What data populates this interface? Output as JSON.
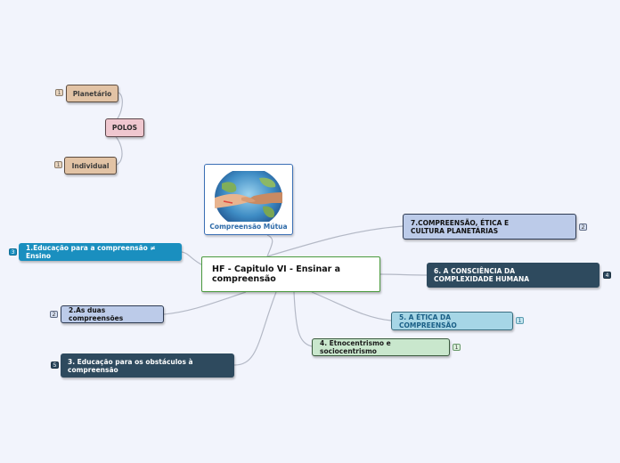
{
  "center": {
    "title": "HF - Capitulo VI - Ensinar a compreensão"
  },
  "image_node": {
    "caption": "Compreensão Mútua",
    "image": "handshake-globe-picture"
  },
  "polos": {
    "label": "POLOS"
  },
  "planetario": {
    "label": "Planetário",
    "badge": "1"
  },
  "individual": {
    "label": "Individual",
    "badge": "1"
  },
  "left_topics": [
    {
      "label": "1.Educação para a compreensão ≠ Ensino",
      "badge": "3"
    },
    {
      "label": "2.As duas compreensões",
      "badge": "2"
    },
    {
      "label": "3. Educação para os obstáculos à compreensão",
      "badge": "5"
    }
  ],
  "right_topics": [
    {
      "label": "7.COMPREENSÃO, ÉTICA E CULTURA PLANETÁRIAS",
      "badge": "2"
    },
    {
      "label": "6. A CONSCIÊNCIA DA COMPLEXIDADE HUMANA",
      "badge": "4"
    },
    {
      "label": "5. A ÉTICA DA COMPREENSÃO",
      "badge": "1"
    },
    {
      "label": "4. Etnocentrismo e sociocentrismo",
      "badge": "1"
    }
  ],
  "colors": {
    "background": "#f2f4fc",
    "connector": "#b4b9c6",
    "teal": "#1a8fbf",
    "lavender": "#bccbe9",
    "navy": "#2e4a5e",
    "light_blue": "#a6d6e6",
    "light_green": "#c9e7cd",
    "pink": "#efc7cf",
    "tan": "#e2c3a5"
  }
}
